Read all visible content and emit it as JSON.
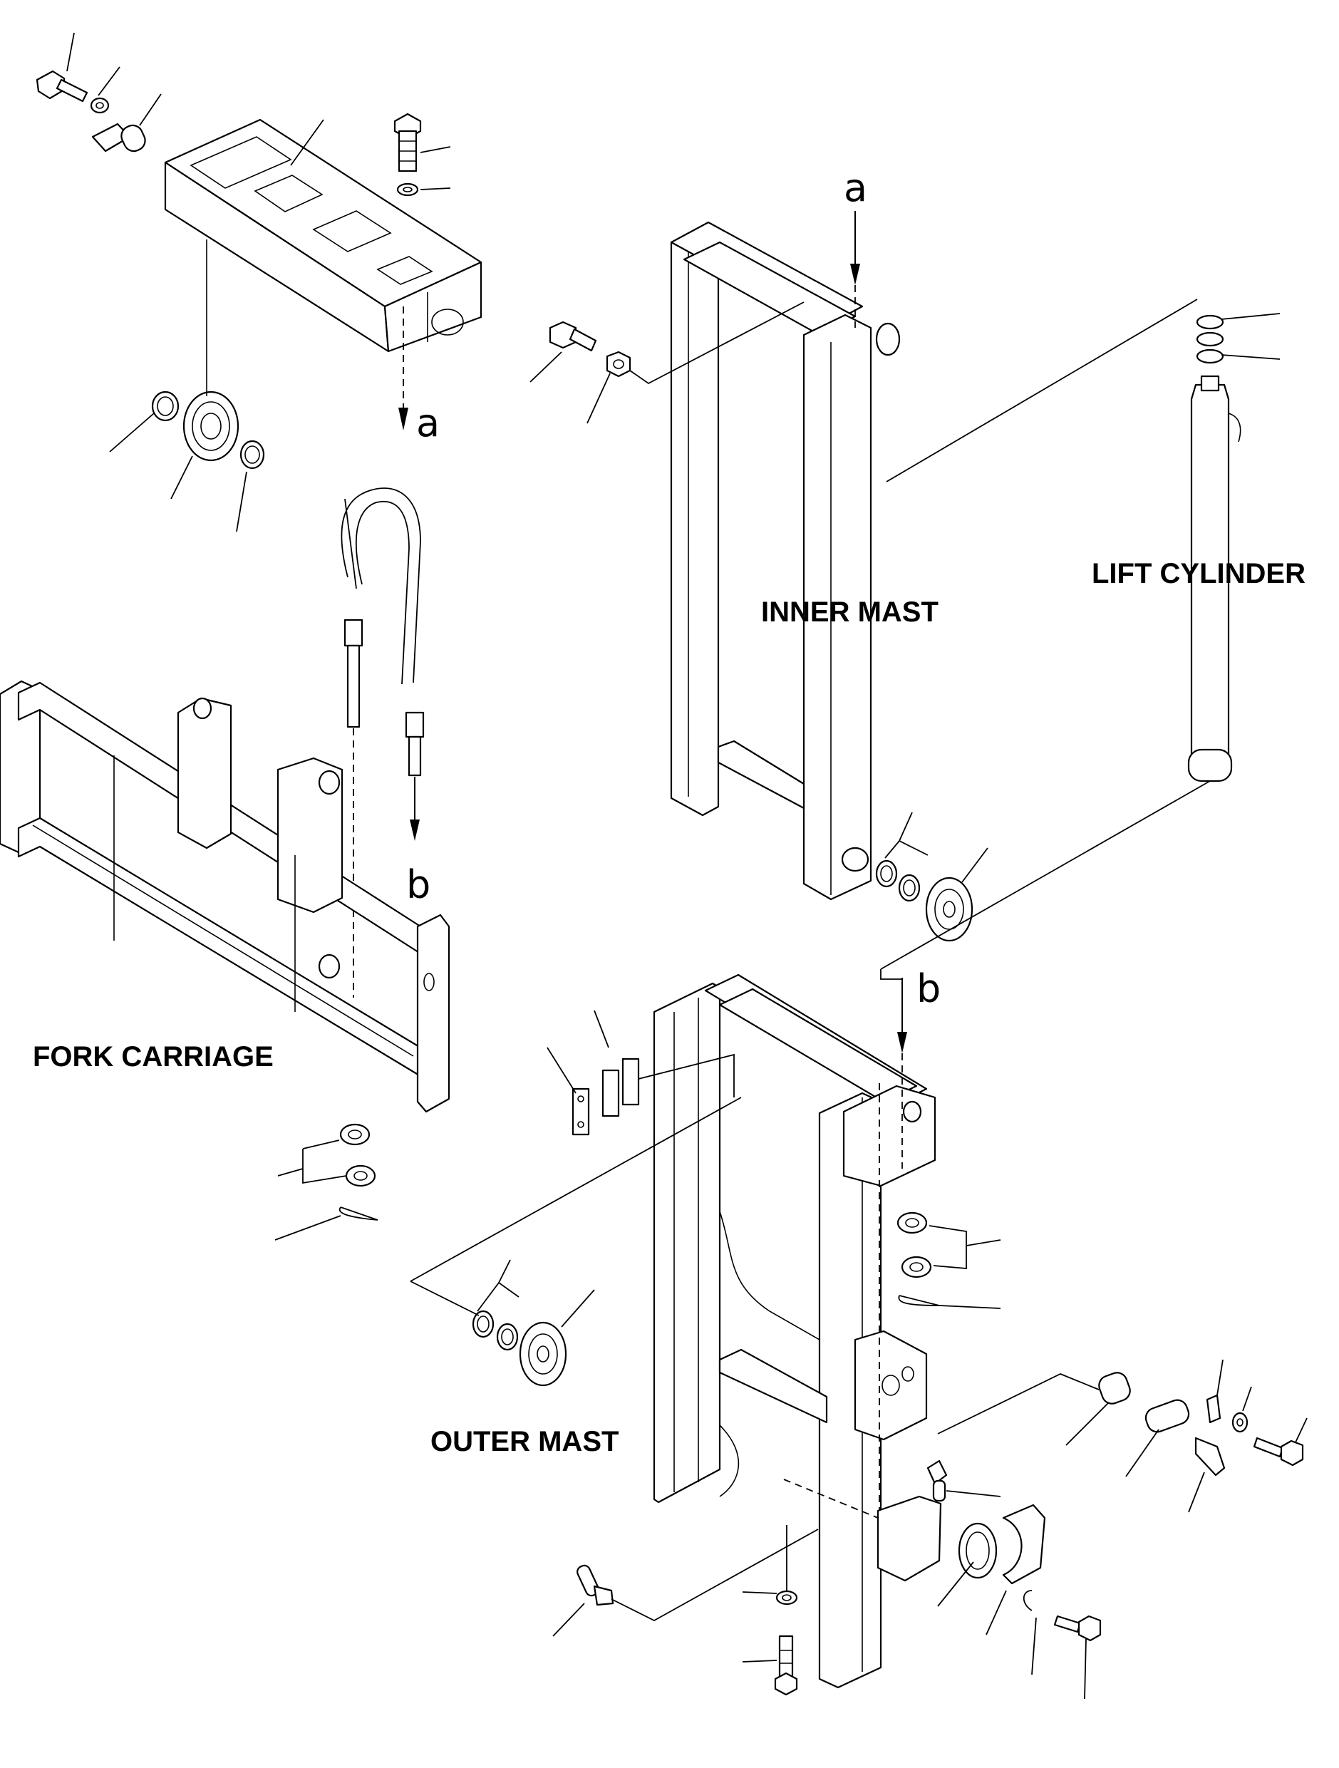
{
  "labels": {
    "inner_mast": "INNER MAST",
    "lift_cylinder": "LIFT CYLINDER",
    "fork_carriage": "FORK CARRIAGE",
    "outer_mast": "OUTER MAST"
  },
  "references": {
    "a": "a",
    "b": "b"
  }
}
